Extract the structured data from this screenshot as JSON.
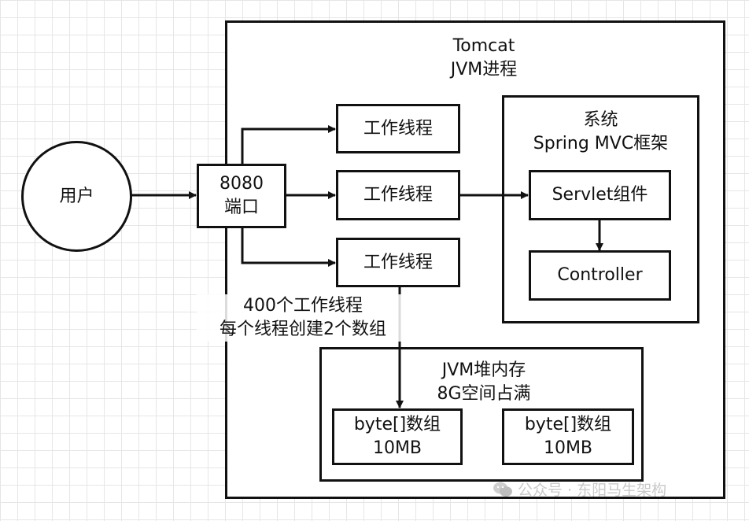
{
  "user": "用户",
  "port": {
    "line1": "8080",
    "line2": "端口"
  },
  "tomcat": {
    "line1": "Tomcat",
    "line2": "JVM进程"
  },
  "workers": [
    "工作线程",
    "工作线程",
    "工作线程"
  ],
  "system": {
    "line1": "系统",
    "line2": "Spring MVC框架"
  },
  "servlet": "Servlet组件",
  "controller": "Controller",
  "note": {
    "line1": "400个工作线程",
    "line2": "每个线程创建2个数组"
  },
  "heap": {
    "line1": "JVM堆内存",
    "line2": "8G空间占满"
  },
  "arrays": [
    {
      "line1": "byte[]数组",
      "line2": "10MB"
    },
    {
      "line1": "byte[]数组",
      "line2": "10MB"
    }
  ],
  "watermark": "公众号 · 东阳马生架构"
}
